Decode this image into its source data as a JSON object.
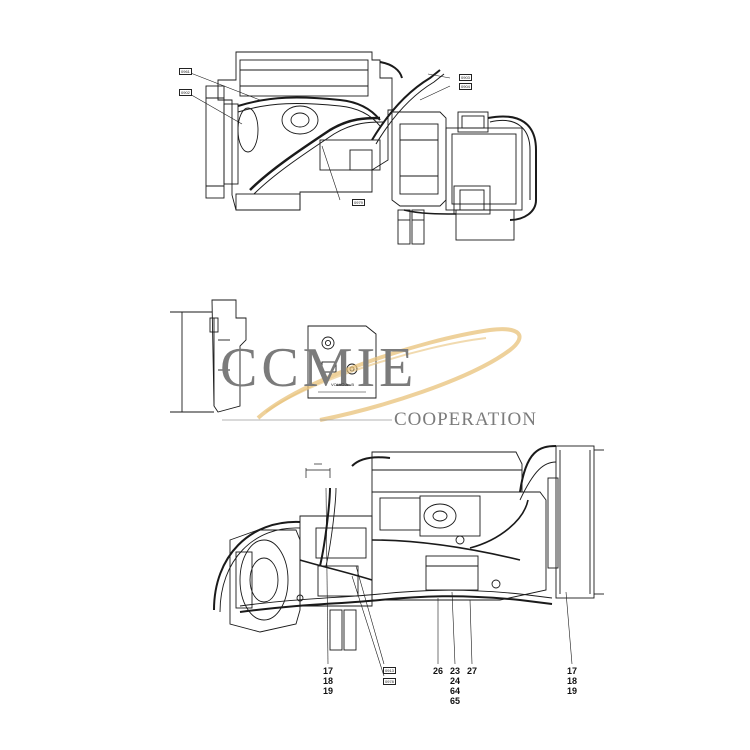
{
  "watermark": {
    "brand": "CCMIE",
    "subtitle": "COOPERATION",
    "accent_color": "#e8c27a",
    "text_color": "#7b7b7b"
  },
  "top_view": {
    "tags": [
      "0961",
      "0902",
      "0903",
      "0904",
      "0979"
    ]
  },
  "detail_view": {
    "plate_label": "VOLVO A...B"
  },
  "bottom_view": {
    "tags": [
      "0913",
      "0978"
    ],
    "callouts": {
      "left": [
        "17",
        "18",
        "19"
      ],
      "mid_a": [
        "26"
      ],
      "mid_b": [
        "23",
        "24",
        "64",
        "65"
      ],
      "mid_c": [
        "27"
      ],
      "right": [
        "17",
        "18",
        "19"
      ]
    }
  },
  "line_color": "#1a1a1a"
}
